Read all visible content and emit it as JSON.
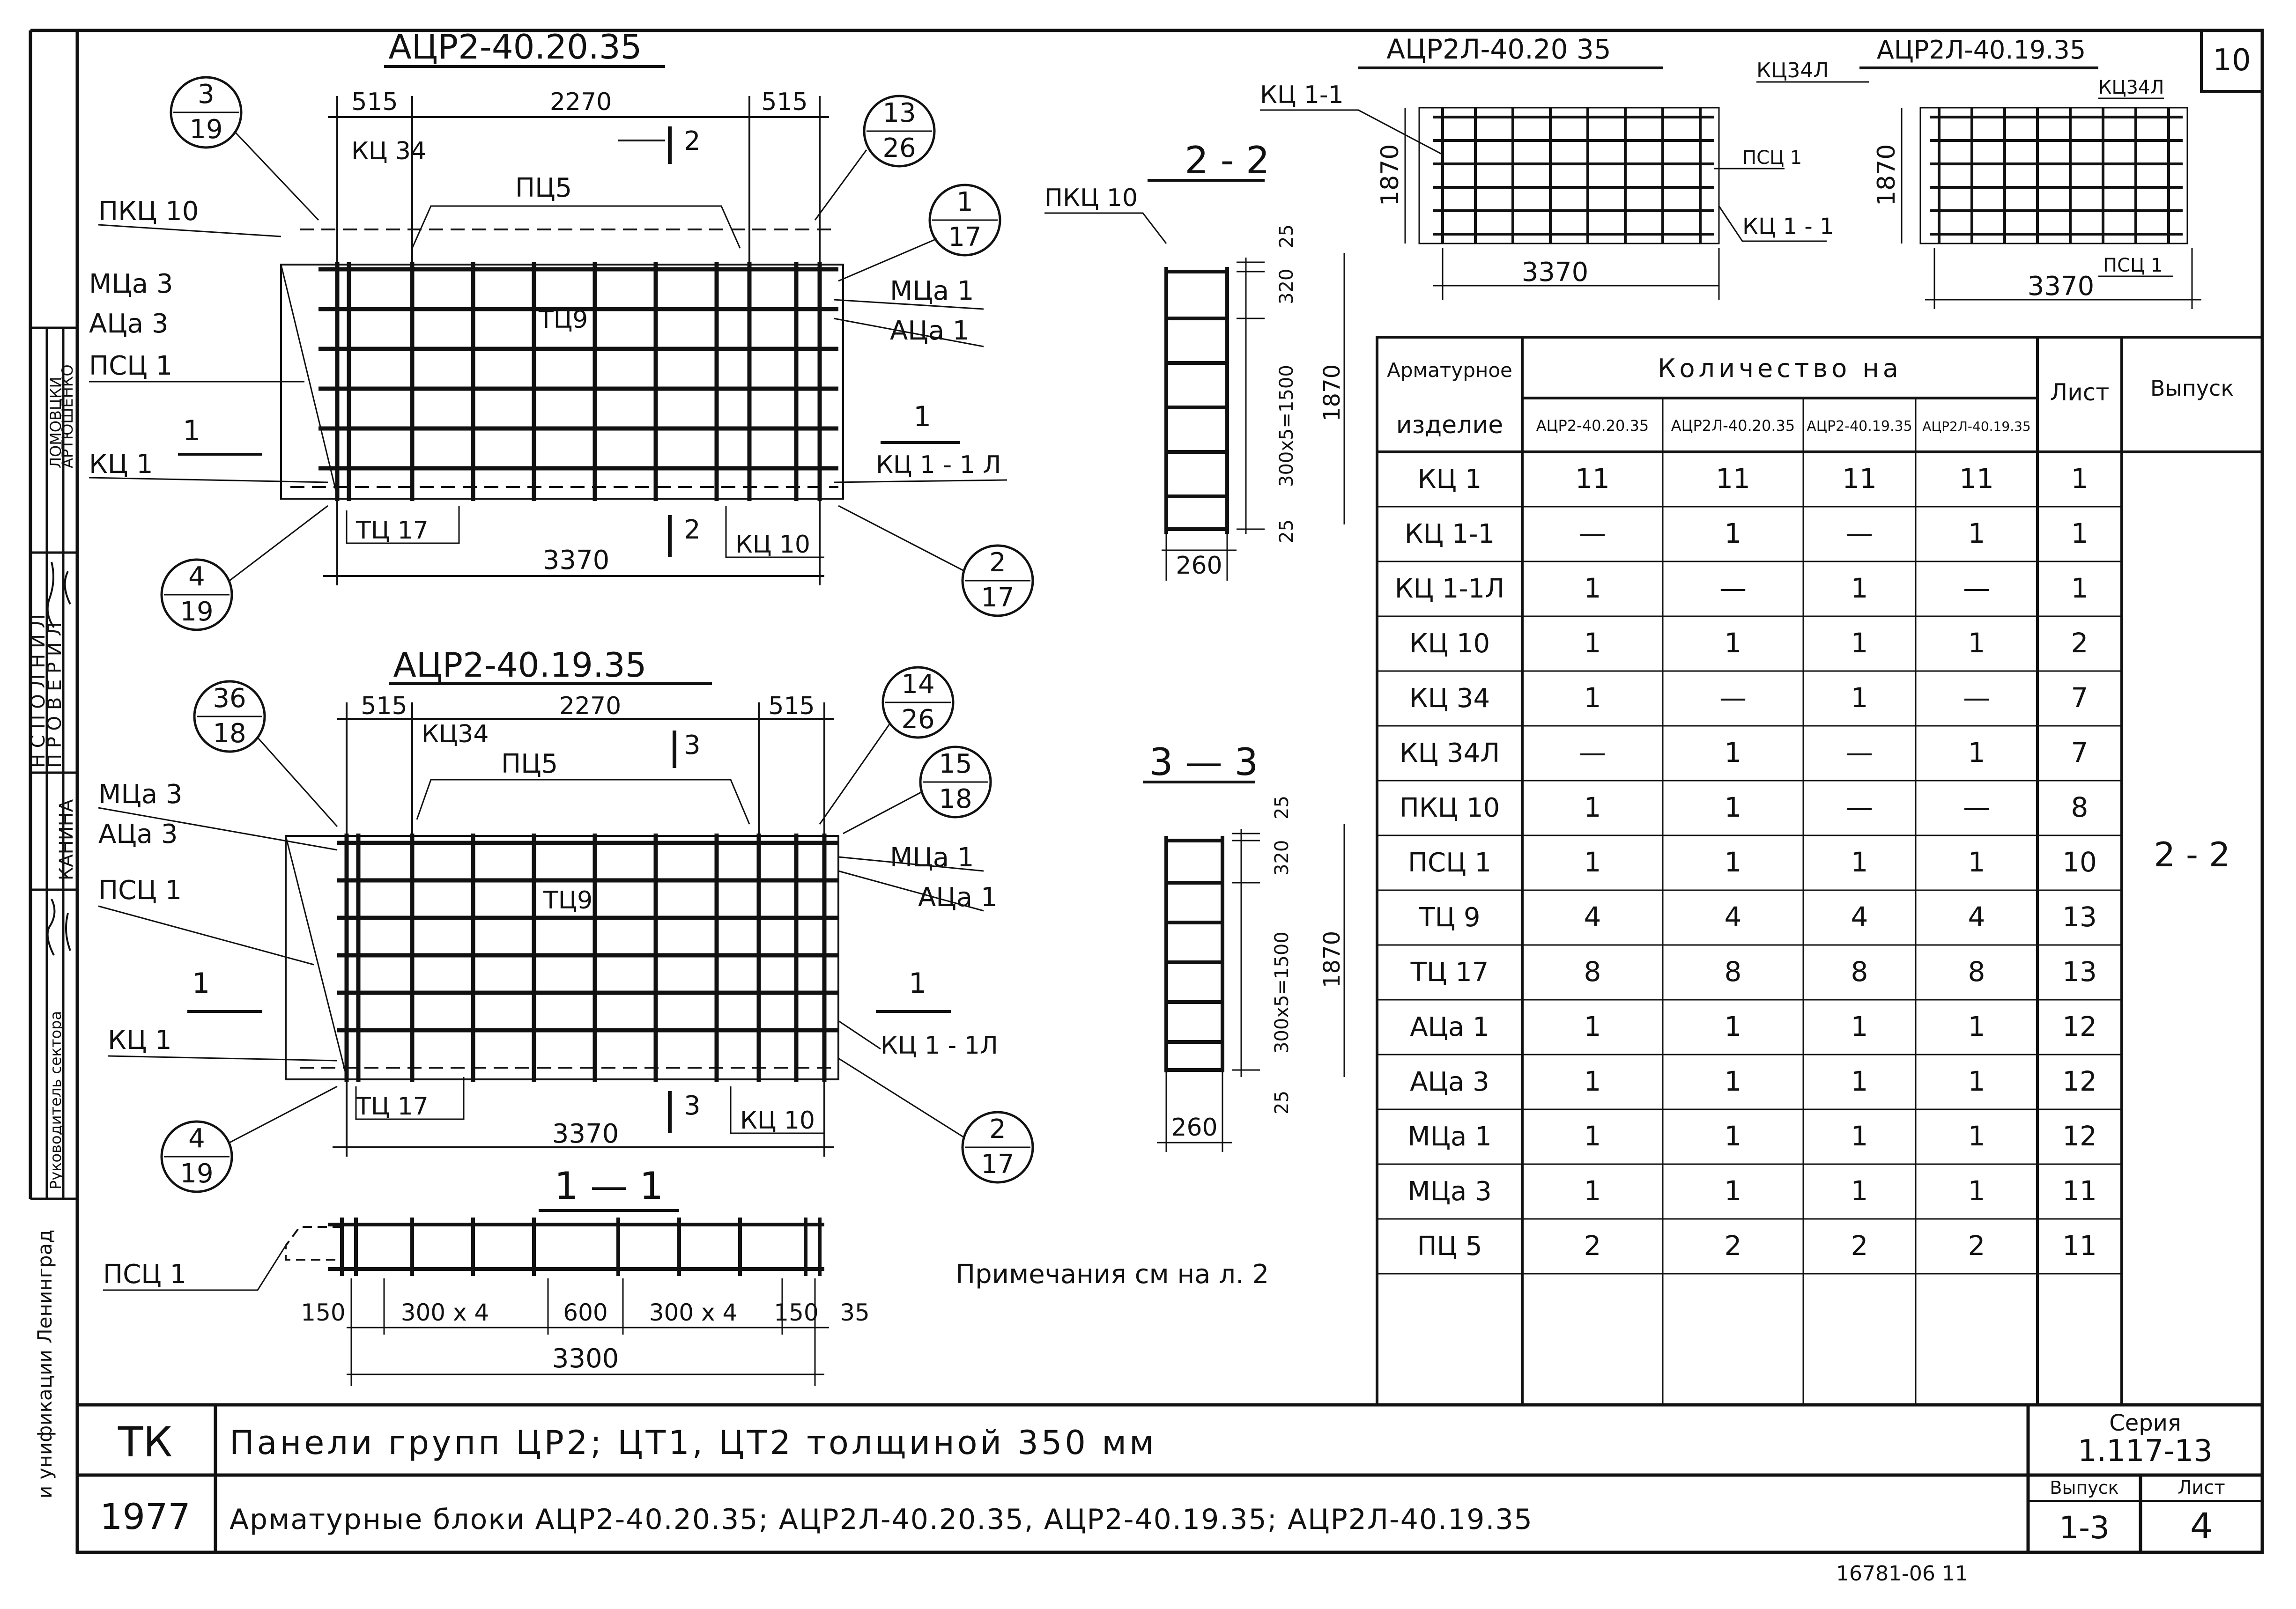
{
  "sheet_number": "10",
  "left_strip": {
    "role_executor": "Н С П О Л Н И Л",
    "role_checker": "П Р О В Е Р И Л",
    "name_1": "ЛОМОВЦКИ",
    "name_2": "АРТЮШЕНКО",
    "name_3": "КАНИНА",
    "role_head": "Руководитель сектора",
    "org": "и унификации Ленинград"
  },
  "view_1": {
    "title": "АЦР2-40.20.35",
    "dim_top_left": "515",
    "dim_top_mid": "2270",
    "dim_top_right": "515",
    "dim_bottom": "3370",
    "section_mark": "2",
    "callout_top_left": [
      "3",
      "19"
    ],
    "callout_top_right": [
      "13",
      "26"
    ],
    "callout_right": [
      "1",
      "17"
    ],
    "callout_bottom_left": [
      "4",
      "19"
    ],
    "callout_bottom_right": [
      "2",
      "17"
    ],
    "labels": {
      "pkc10": "ПКЦ 10",
      "mca3": "МЦа 3",
      "aca3": "АЦа 3",
      "psc1": "ПСЦ 1",
      "kc1": "КЦ 1",
      "kc34": "КЦ 34",
      "pc5": "ПЦ5",
      "tc9": "ТЦ9",
      "mca1": "МЦа 1",
      "aca1": "АЦа 1",
      "kc11a": "КЦ 1 - 1 Л",
      "tc17": "ТЦ 17",
      "kc10": "КЦ 10",
      "sec1": "1"
    }
  },
  "view_2": {
    "title": "АЦР2-40.19.35",
    "dim_top_left": "515",
    "dim_top_mid": "2270",
    "dim_top_right": "515",
    "dim_bottom": "3370",
    "section_mark": "3",
    "callout_top_left": [
      "36",
      "18"
    ],
    "callout_top_right": [
      "14",
      "26"
    ],
    "callout_right": [
      "15",
      "18"
    ],
    "callout_bottom_left": [
      "4",
      "19"
    ],
    "callout_bottom_right": [
      "2",
      "17"
    ],
    "labels": {
      "mca3": "МЦа 3",
      "aca3": "АЦа 3",
      "psc1": "ПСЦ 1",
      "kc1": "КЦ 1",
      "kc34": "КЦ34",
      "pc5": "ПЦ5",
      "tc9": "ТЦ9",
      "mca1": "МЦа 1",
      "aca1": "АЦа 1",
      "kc11a": "КЦ 1 - 1Л",
      "tc17": "ТЦ 17",
      "kc10": "КЦ 10",
      "sec1": "1"
    }
  },
  "section_2_2": {
    "title": "2 - 2",
    "pkc10": "ПКЦ 10",
    "dims": [
      "25",
      "320",
      "300x5=1500",
      "25"
    ],
    "height": "1870",
    "width": "260"
  },
  "section_3_3": {
    "title": "3 — 3",
    "dims": [
      "25",
      "320",
      "300x5=1500",
      "25"
    ],
    "height": "1870",
    "width": "260"
  },
  "section_1_1": {
    "title": "1 — 1",
    "psc1": "ПСЦ 1",
    "dims": [
      "150",
      "300 x 4",
      "600",
      "300 x 4",
      "150",
      "35"
    ],
    "total": "3300"
  },
  "top_right_1": {
    "title": "АЦР2Л-40.20 35",
    "kc11": "КЦ 1-1",
    "pc1": "ПСЦ 1",
    "kc11b": "КЦ 1 - 1",
    "height": "1870",
    "width": "3370"
  },
  "top_right_2": {
    "title": "АЦР2Л-40.19.35",
    "kc34l_a": "КЦ34Л",
    "kc34l_b": "КЦ34Л",
    "pc1": "ПСЦ 1",
    "height": "1870",
    "width": "3370"
  },
  "spec_table": {
    "header_item_1": "Арматурное",
    "header_item_2": "изделие",
    "header_qty": "Количество на",
    "header_list": "Лист",
    "header_issue": "Выпуск",
    "columns": [
      "АЦР2-40.20.35",
      "АЦР2Л-40.20.35",
      "АЦР2-40.19.35",
      "АЦР2Л-40.19.35"
    ],
    "rows": [
      {
        "name": "КЦ 1",
        "q": [
          "11",
          "11",
          "11",
          "11"
        ],
        "sheet": "1"
      },
      {
        "name": "КЦ 1-1",
        "q": [
          "—",
          "1",
          "—",
          "1"
        ],
        "sheet": "1"
      },
      {
        "name": "КЦ 1-1Л",
        "q": [
          "1",
          "—",
          "1",
          "—"
        ],
        "sheet": "1"
      },
      {
        "name": "КЦ 10",
        "q": [
          "1",
          "1",
          "1",
          "1"
        ],
        "sheet": "2"
      },
      {
        "name": "КЦ 34",
        "q": [
          "1",
          "—",
          "1",
          "—"
        ],
        "sheet": "7"
      },
      {
        "name": "КЦ 34Л",
        "q": [
          "—",
          "1",
          "—",
          "1"
        ],
        "sheet": "7"
      },
      {
        "name": "ПКЦ 10",
        "q": [
          "1",
          "1",
          "—",
          "—"
        ],
        "sheet": "8"
      },
      {
        "name": "ПСЦ 1",
        "q": [
          "1",
          "1",
          "1",
          "1"
        ],
        "sheet": "10"
      },
      {
        "name": "ТЦ 9",
        "q": [
          "4",
          "4",
          "4",
          "4"
        ],
        "sheet": "13"
      },
      {
        "name": "ТЦ 17",
        "q": [
          "8",
          "8",
          "8",
          "8"
        ],
        "sheet": "13"
      },
      {
        "name": "АЦа 1",
        "q": [
          "1",
          "1",
          "1",
          "1"
        ],
        "sheet": "12"
      },
      {
        "name": "АЦа 3",
        "q": [
          "1",
          "1",
          "1",
          "1"
        ],
        "sheet": "12"
      },
      {
        "name": "МЦа 1",
        "q": [
          "1",
          "1",
          "1",
          "1"
        ],
        "sheet": "12"
      },
      {
        "name": "МЦа 3",
        "q": [
          "1",
          "1",
          "1",
          "1"
        ],
        "sheet": "11"
      },
      {
        "name": "ПЦ 5",
        "q": [
          "2",
          "2",
          "2",
          "2"
        ],
        "sheet": "11"
      }
    ],
    "issue_value": "2 - 2"
  },
  "note": "Примечания см на л. 2",
  "title_block": {
    "tk": "ТК",
    "year": "1977",
    "title_1": "Панели групп ЦР2; ЦТ1, ЦТ2   толщиной  350 мм",
    "title_2": "Арматурные блоки АЦР2-40.20.35; АЦР2Л-40.20.35, АЦР2-40.19.35; АЦР2Л-40.19.35",
    "series_label": "Серия",
    "series_value": "1.117-13",
    "issue_label": "Выпуск",
    "issue_value": "1-3",
    "sheet_label": "Лист",
    "sheet_value": "4",
    "bottom_stamp": "16781-06  11"
  }
}
